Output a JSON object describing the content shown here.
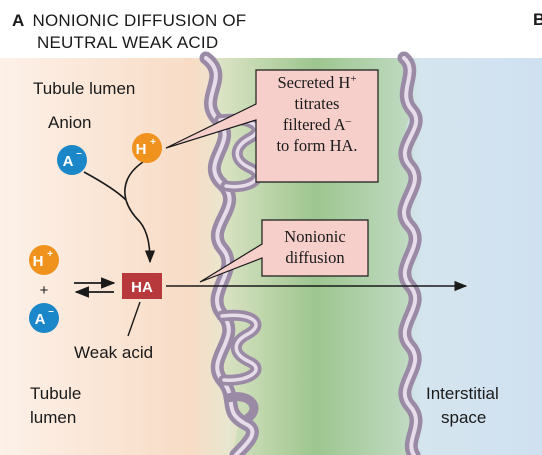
{
  "panel": {
    "letter": "A",
    "title_line1": "NONIONIC DIFFUSION OF",
    "title_line2": "NEUTRAL WEAK ACID",
    "next_panel_letter": "B"
  },
  "labels": {
    "tubule_lumen_top": "Tubule lumen",
    "anion": "Anion",
    "plus": "+",
    "weak_acid": "Weak acid",
    "tubule_lumen_bottom_1": "Tubule",
    "tubule_lumen_bottom_2": "lumen",
    "interstitial_1": "Interstitial",
    "interstitial_2": "space"
  },
  "ions": {
    "h_plus": {
      "symbol": "H",
      "charge": "+",
      "color": "#f0921e"
    },
    "anion": {
      "symbol": "A",
      "charge": "–",
      "color": "#1b86c8"
    },
    "weak_acid": {
      "symbol": "HA",
      "color": "#b8393b"
    }
  },
  "callouts": {
    "secreted": {
      "line1_prefix": "Secreted H",
      "line1_sup": "+",
      "line2": "titrates",
      "line3_prefix": "filtered A",
      "line3_sup": "–",
      "line4": "to form HA."
    },
    "nonionic": {
      "line1": "Nonionic",
      "line2": "diffusion"
    }
  },
  "colors": {
    "lumen_bg": "#f8ddc8",
    "cell_bg": "#a9cc9b",
    "interstitial_bg": "#c9dcef",
    "membrane": "#9a8aa6",
    "callout_bg": "#f6cfcb"
  }
}
